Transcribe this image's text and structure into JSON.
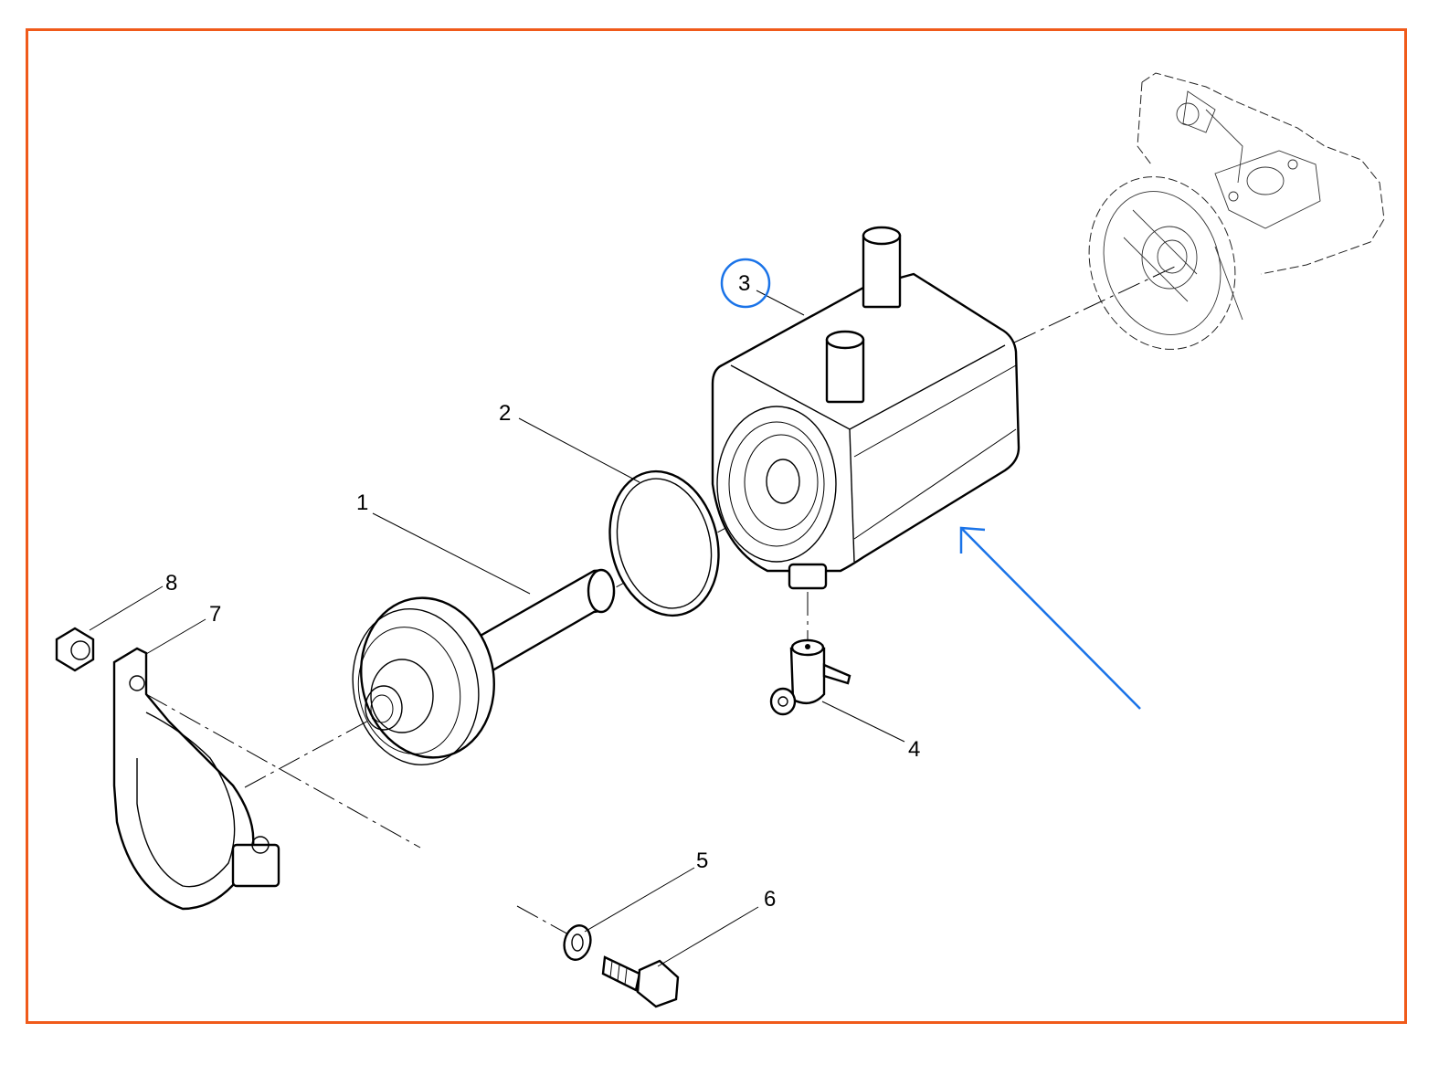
{
  "callouts": [
    {
      "id": "1",
      "label": "1"
    },
    {
      "id": "2",
      "label": "2"
    },
    {
      "id": "3",
      "label": "3"
    },
    {
      "id": "4",
      "label": "4"
    },
    {
      "id": "5",
      "label": "5"
    },
    {
      "id": "6",
      "label": "6"
    },
    {
      "id": "7",
      "label": "7"
    },
    {
      "id": "8",
      "label": "8"
    }
  ],
  "highlight": {
    "callout": "3",
    "color": "#1a73e8"
  },
  "arrow": {
    "color": "#1a73e8"
  },
  "frame": {
    "color": "#f05a1a"
  }
}
